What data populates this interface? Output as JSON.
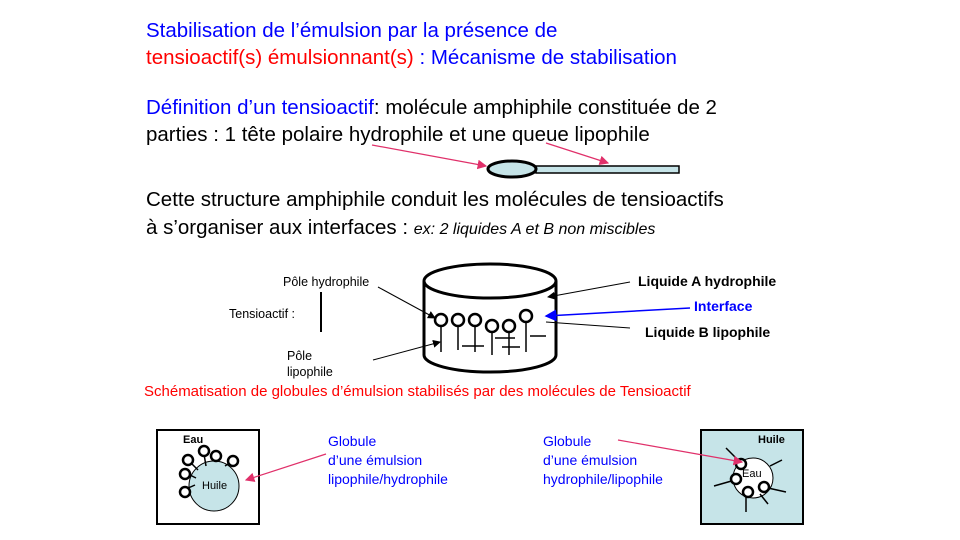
{
  "title": {
    "line1": "Stabilisation de l’émulsion par la présence de",
    "line2_red": "tensioactif(s) émulsionnant(s)",
    "line2_blue": " : Mécanisme de stabilisation"
  },
  "definition": {
    "term": "Définition d’un tensioactif",
    "text1": ": molécule amphiphile constituée de 2",
    "text2": "parties : 1 tête polaire hydrophile et une queue lipophile"
  },
  "structure": {
    "line1": "Cette structure amphiphile conduit les molécules de tensioactifs",
    "line2": "à s’organiser aux interfaces : ",
    "example": "ex: 2 liquides A et B non miscibles"
  },
  "beaker": {
    "pole_hydrophile": "Pôle hydrophile",
    "tensioactif": "Tensioactif :",
    "pole_lipophile_1": "Pôle",
    "pole_lipophile_2": "lipophile",
    "liquide_a": "Liquide A hydrophile",
    "interface": "Interface",
    "liquide_b": "Liquide B lipophile"
  },
  "caption": "Schématisation de globules d’émulsion stabilisés par des molécules de Tensioactif",
  "globule_left": {
    "outer": "Eau",
    "inner": "Huile",
    "label1": "Globule",
    "label2": "d’une émulsion",
    "label3": "lipophile/hydrophile"
  },
  "globule_right": {
    "outer": "Huile",
    "inner": "Eau",
    "label1": "Globule",
    "label2": "d’une émulsion",
    "label3": "hydrophile/lipophile"
  },
  "colors": {
    "blue": "#0000ff",
    "red": "#ff0000",
    "globule_fill": "#c6e4e8",
    "box_fill": "#c6e4e8",
    "arrow_pink": "#e0306a"
  }
}
